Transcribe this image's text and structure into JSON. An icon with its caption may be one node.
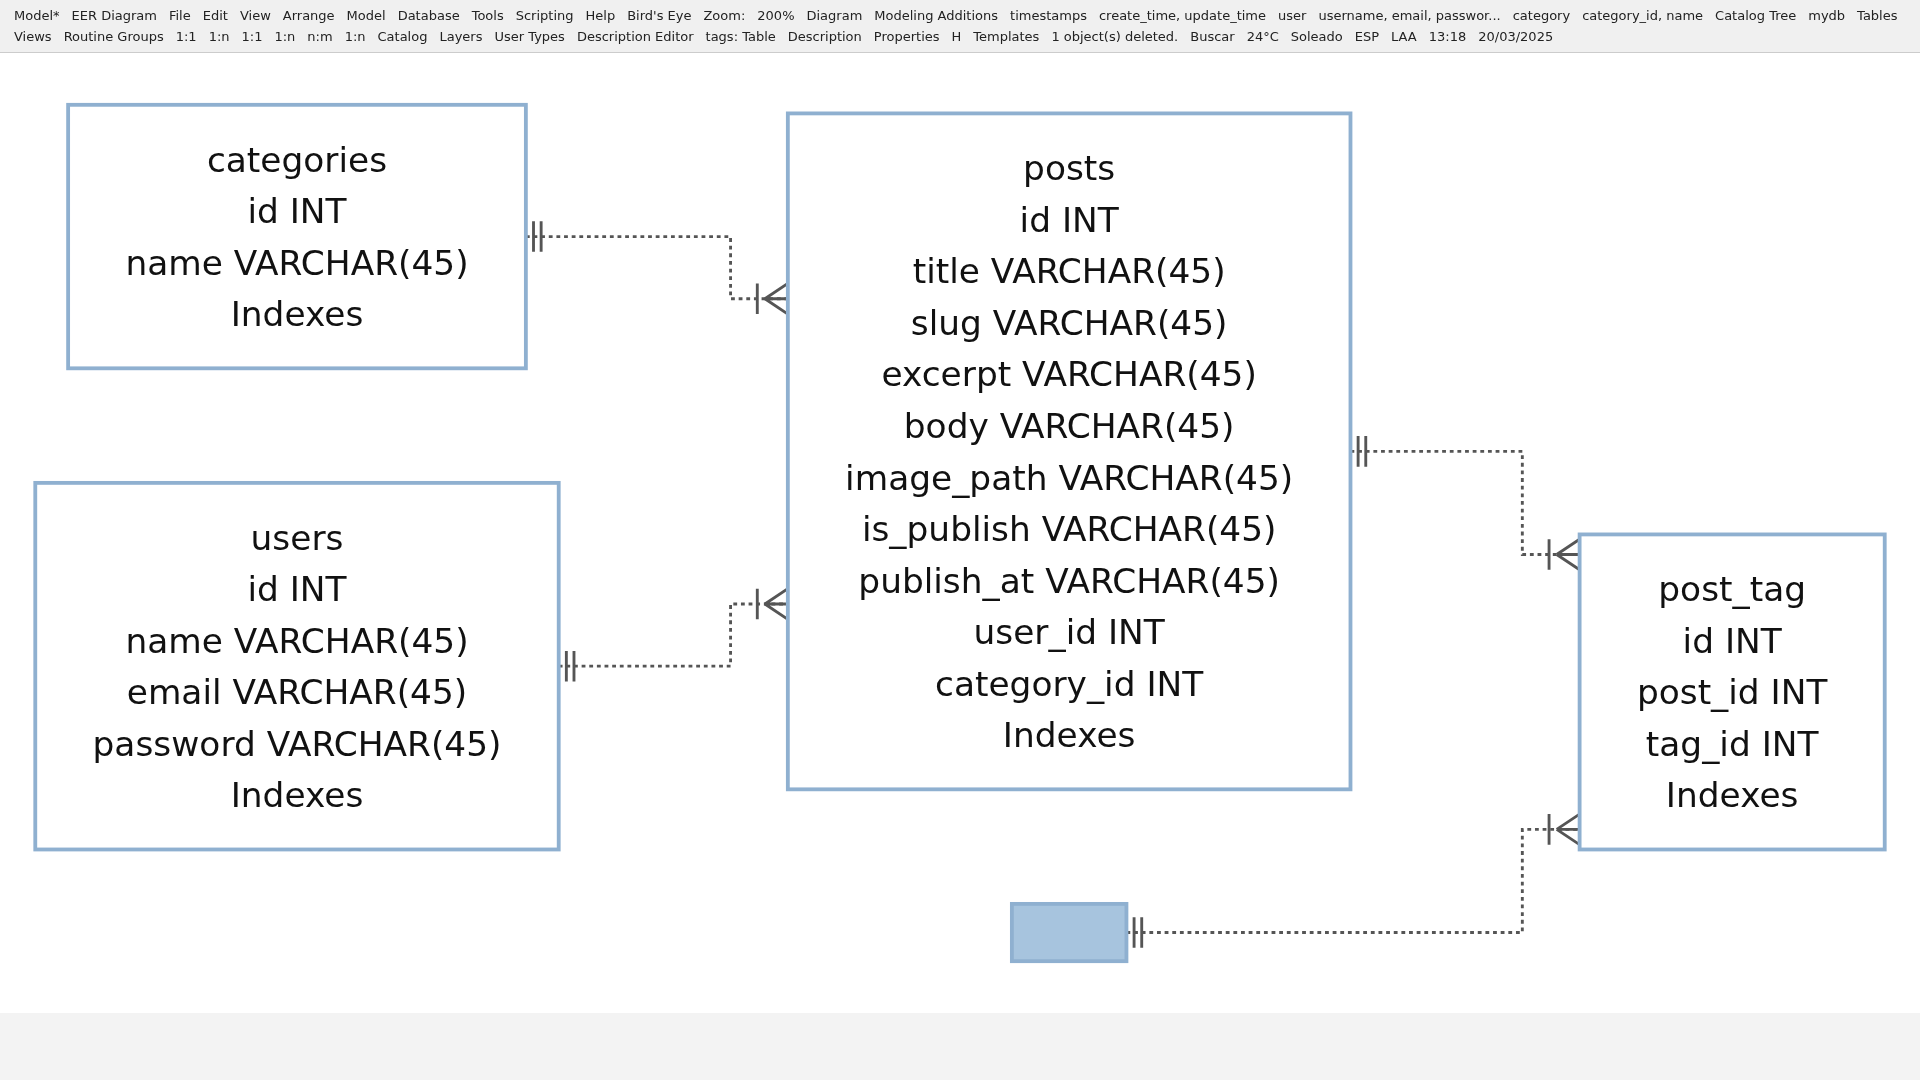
{
  "diagram": {
    "nodes": [
      {
        "text": [
          "categories",
          "id INT",
          "name VARCHAR(45)",
          "Indexes"
        ]
      },
      {
        "text": [
          "posts",
          "id INT",
          "title VARCHAR(45)",
          "slug VARCHAR(45)",
          "excerpt VARCHAR(45)",
          "body VARCHAR(45)",
          "image_path VARCHAR(45)",
          "is_publish VARCHAR(45)",
          "publish_at VARCHAR(45)",
          "user_id INT",
          "category_id INT",
          "Indexes"
        ]
      },
      {
        "text": [
          "post_tag",
          "id INT",
          "post_id INT",
          "tag_id INT",
          "Indexes"
        ]
      },
      {
        "text": [],
        "shape": "box"
      },
      {
        "text": [
          "users",
          "id INT",
          "name VARCHAR(45)",
          "email VARCHAR(45)",
          "password VARCHAR(45)",
          "Indexes"
        ]
      }
    ],
    "edges": [
      {
        "from": 0,
        "to": 1,
        "arrow": "other",
        "style": "dashed"
      },
      {
        "from": 4,
        "to": 1,
        "arrow": "other",
        "style": "dashed"
      },
      {
        "from": 1,
        "to": 2,
        "arrow": "other",
        "style": "dashed"
      },
      {
        "from": 3,
        "to": 2,
        "arrow": "other",
        "style": "dashed"
      }
    ],
    "labels": [
      "Model*",
      "EER Diagram",
      "File",
      "Edit",
      "View",
      "Arrange",
      "Model",
      "Database",
      "Tools",
      "Scripting",
      "Help",
      "Bird's Eye",
      "Zoom:",
      "200%",
      "Diagram",
      "Modeling Additions",
      "timestamps",
      "create_time, update_time",
      "user",
      "username, email, passwor...",
      "category",
      "category_id, name",
      "Catalog Tree",
      "mydb",
      "Tables",
      "Views",
      "Routine Groups",
      "1:1",
      "1:n",
      "1:1",
      "1:n",
      "n:m",
      "1:n",
      "Catalog",
      "Layers",
      "User Types",
      "Description Editor",
      "tags: Table",
      "Description",
      "Properties",
      "H",
      "Templates",
      "1 object(s) deleted.",
      "Buscar",
      "24°C",
      "Soleado",
      "ESP",
      "LAA",
      "13:18",
      "20/03/2025"
    ]
  }
}
